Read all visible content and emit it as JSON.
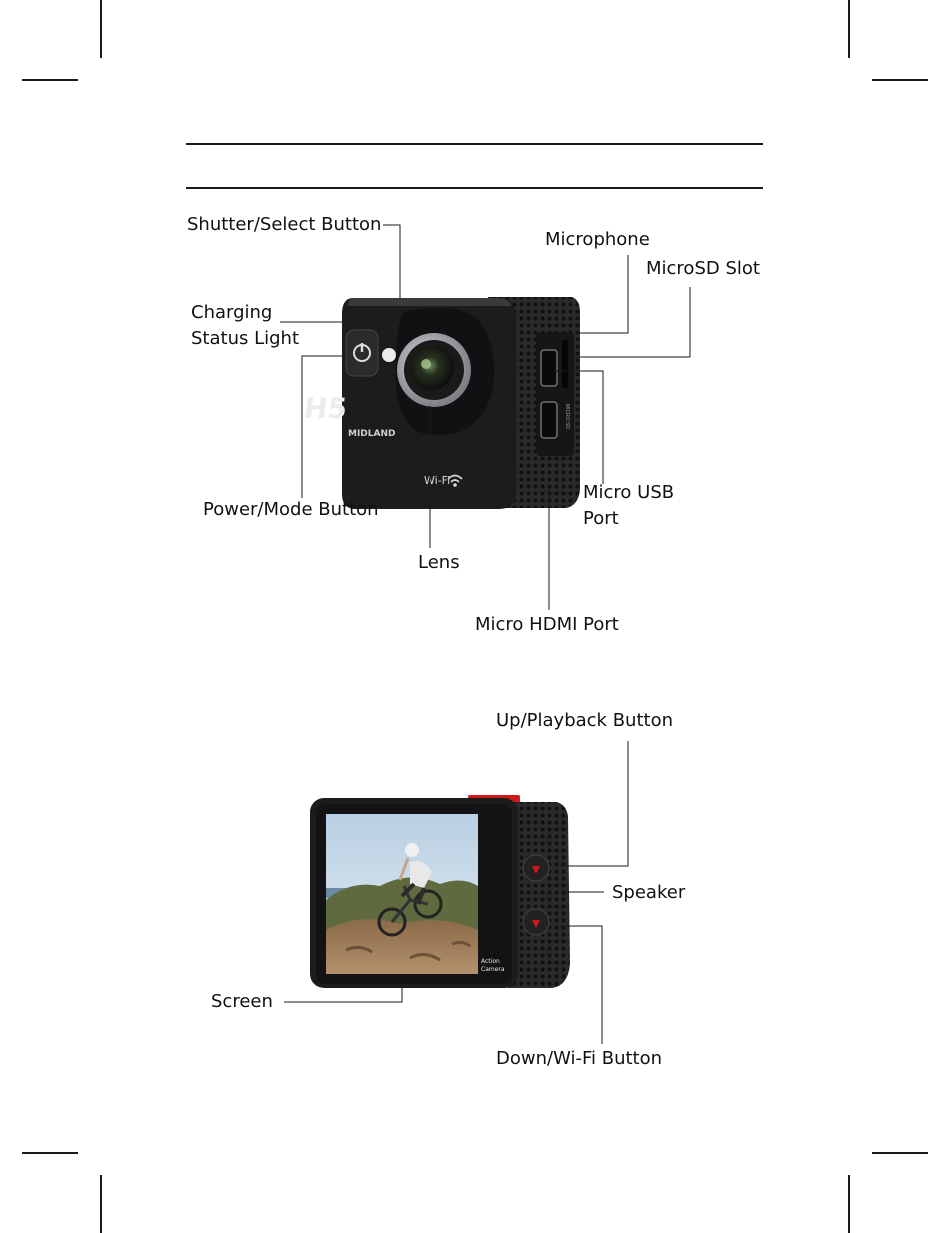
{
  "front_view": {
    "labels": {
      "shutter_select_button": "Shutter/Select Button",
      "microphone": "Microphone",
      "microsd_slot": "MicroSD Slot",
      "charging_status_light_line1": "Charging",
      "charging_status_light_line2": "Status Light",
      "power_mode_button": "Power/Mode Button",
      "micro_usb_port_line1": "Micro USB",
      "micro_usb_port_line2": "Port",
      "lens": "Lens",
      "micro_hdmi_port": "Micro HDMI Port"
    },
    "camera_model": "H5",
    "camera_brand": "MIDLAND",
    "wifi_text": "Wi-Fi",
    "side_port_text": "MICRO SD"
  },
  "back_view": {
    "labels": {
      "up_playback_button": "Up/Playback Button",
      "speaker": "Speaker",
      "screen": "Screen",
      "down_wifi_button": "Down/Wi-Fi Button"
    },
    "screen_caption_line1": "Action",
    "screen_caption_line2": "Camera"
  },
  "colors": {
    "camera_body": "#1c1c1e",
    "button_accent": "#d01818",
    "lens_ring": "#9a9aa0"
  }
}
